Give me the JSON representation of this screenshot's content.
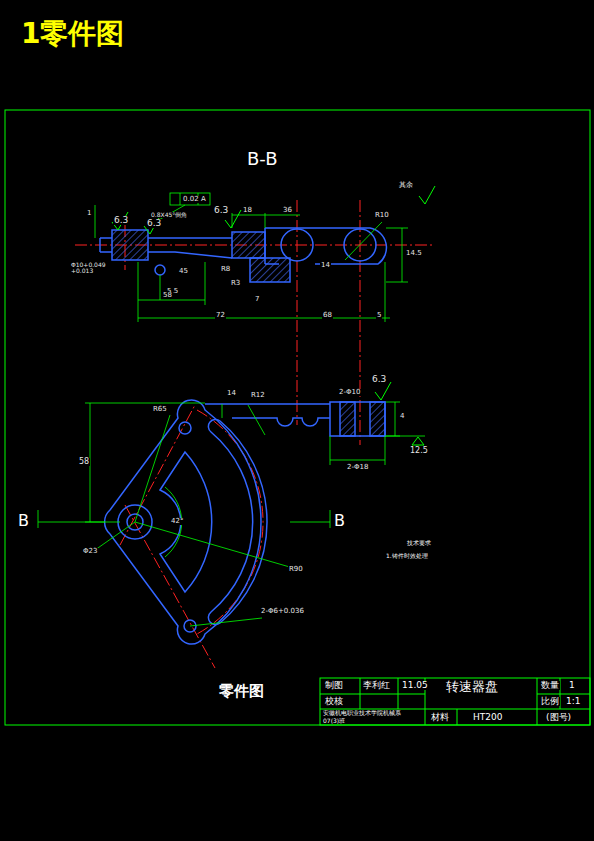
{
  "diagram": {
    "title": "1零件图",
    "caption": "零件图",
    "labels": [
      "B-B",
      "6.3",
      "6.3",
      "6.3",
      "0.8X45°倒角",
      "0.02",
      "A",
      "1",
      "Φ10+0.049 +0.013",
      "5.5",
      "45",
      "18",
      "36",
      "R10",
      "其余",
      "R8",
      "R3",
      "14",
      "14.5",
      "58",
      "72",
      "68",
      "5",
      "7",
      "4",
      "R65",
      "14",
      "R12",
      "58",
      "6.3",
      "2-Φ10",
      "2-Φ18",
      "12.5",
      "42°",
      "Φ23",
      "R90",
      "2-Φ6+0.036",
      "B",
      "B",
      "技术要求",
      "1.铸件时效处理",
      "制图",
      "李利红",
      "11.05",
      "转速器盘",
      "数量",
      "1",
      "比例",
      "1:1",
      "校核",
      "材料",
      "HT200",
      "(图号)",
      "安徽机电职业技术学院机械系",
      "07(3)班"
    ]
  }
}
